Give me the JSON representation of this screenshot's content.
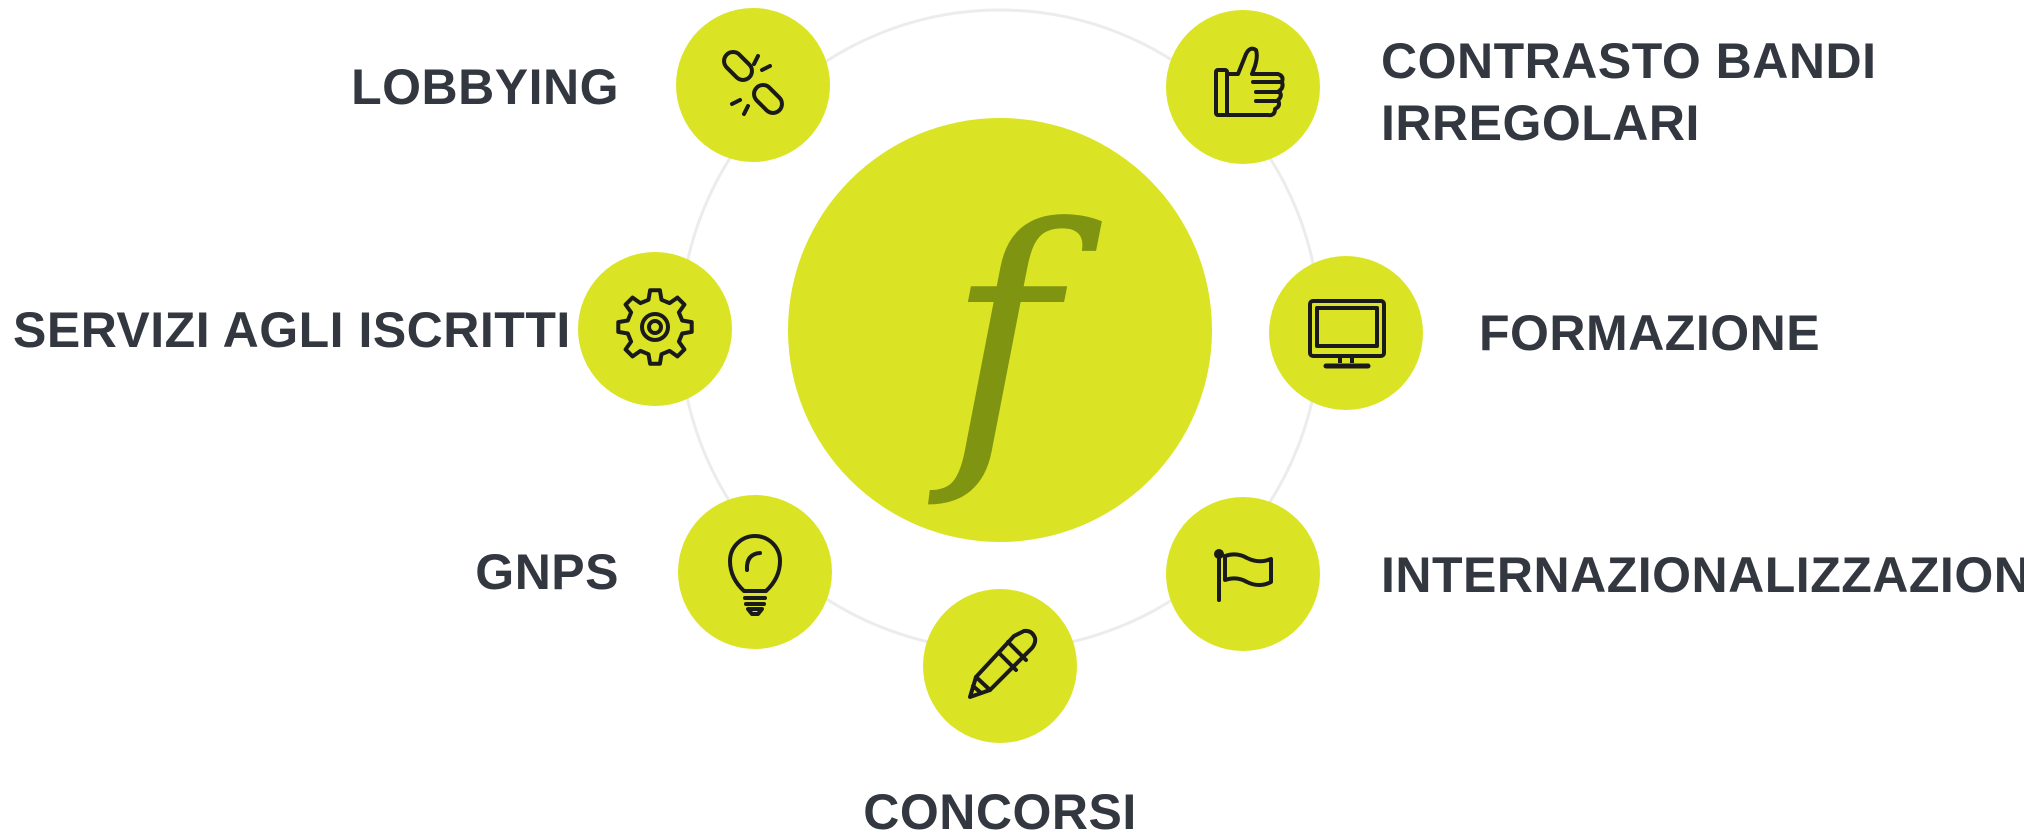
{
  "center": {
    "letter": "f"
  },
  "colors": {
    "accent": "#dae424",
    "letter": "#7f9410",
    "text": "#333740",
    "icon": "#1a1a1a",
    "ring": "#ececec"
  },
  "nodes": [
    {
      "id": "lobbying",
      "label": "LOBBYING",
      "icon": "broken-link-icon"
    },
    {
      "id": "contrasto-bandi-irregolari",
      "label_line1": "CONTRASTO BANDI",
      "label_line2": "IRREGOLARI",
      "icon": "thumbs-up-icon"
    },
    {
      "id": "servizi-agli-iscritti",
      "label": "SERVIZI AGLI ISCRITTI",
      "icon": "gear-icon"
    },
    {
      "id": "formazione",
      "label": "FORMAZIONE",
      "icon": "monitor-icon"
    },
    {
      "id": "gnps",
      "label": "GNPS",
      "icon": "lightbulb-icon"
    },
    {
      "id": "internazionalizzazione",
      "label": "INTERNAZIONALIZZAZIONE",
      "icon": "flag-icon"
    },
    {
      "id": "concorsi",
      "label": "CONCORSI",
      "icon": "pencil-icon"
    }
  ]
}
